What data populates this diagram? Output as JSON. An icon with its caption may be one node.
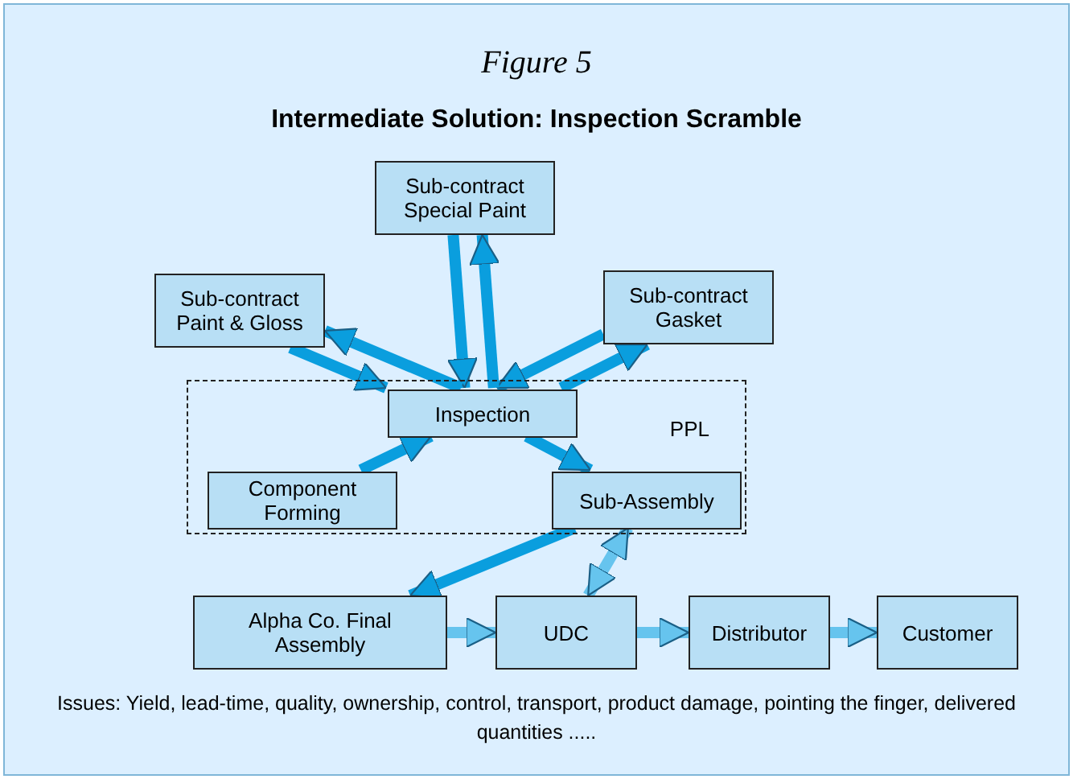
{
  "diagram": {
    "title": "Intermediate Solution: Inspection Scramble",
    "labels": [
      "Figure 5"
    ],
    "caption": "Issues: Yield, lead-time, quality, ownership, control, transport, product damage, pointing the finger, delivered quantities .....",
    "nodes": [
      {
        "text": [
          "PPL"
        ]
      },
      {
        "text": [
          "Sub-contract Special Paint"
        ]
      },
      {
        "text": [
          "Sub-contract Paint & Gloss"
        ]
      },
      {
        "text": [
          "Sub-contract Gasket"
        ]
      },
      {
        "text": [
          "Inspection"
        ],
        "in": 0
      },
      {
        "text": [
          "Component Forming"
        ],
        "in": 0
      },
      {
        "text": [
          "Sub-Assembly"
        ],
        "in": 0
      },
      {
        "text": [
          "Alpha Co. Final Assembly"
        ]
      },
      {
        "text": [
          "UDC"
        ]
      },
      {
        "text": [
          "Distributor"
        ]
      },
      {
        "text": [
          "Customer"
        ]
      }
    ],
    "edges": [
      {
        "from": 2,
        "to": 4,
        "arrow": "to"
      },
      {
        "from": 1,
        "to": 4,
        "arrow": "to"
      },
      {
        "from": 3,
        "to": 4,
        "arrow": "to"
      },
      {
        "from": 4,
        "to": 2,
        "arrow": "to"
      },
      {
        "from": 4,
        "to": 1,
        "arrow": "to"
      },
      {
        "from": 4,
        "to": 3,
        "arrow": "to"
      },
      {
        "from": 5,
        "to": 4,
        "arrow": "to"
      },
      {
        "from": 4,
        "to": 6,
        "arrow": "to"
      },
      {
        "from": 6,
        "to": 7,
        "arrow": "to"
      },
      {
        "from": 6,
        "to": 8,
        "arrow": "both",
        "color": "#66c4ee"
      },
      {
        "from": 7,
        "to": 8,
        "arrow": "to",
        "color": "#66c4ee"
      },
      {
        "from": 8,
        "to": 9,
        "arrow": "to",
        "color": "#66c4ee"
      },
      {
        "from": 9,
        "to": 10,
        "arrow": "to",
        "color": "#66c4ee"
      }
    ]
  }
}
